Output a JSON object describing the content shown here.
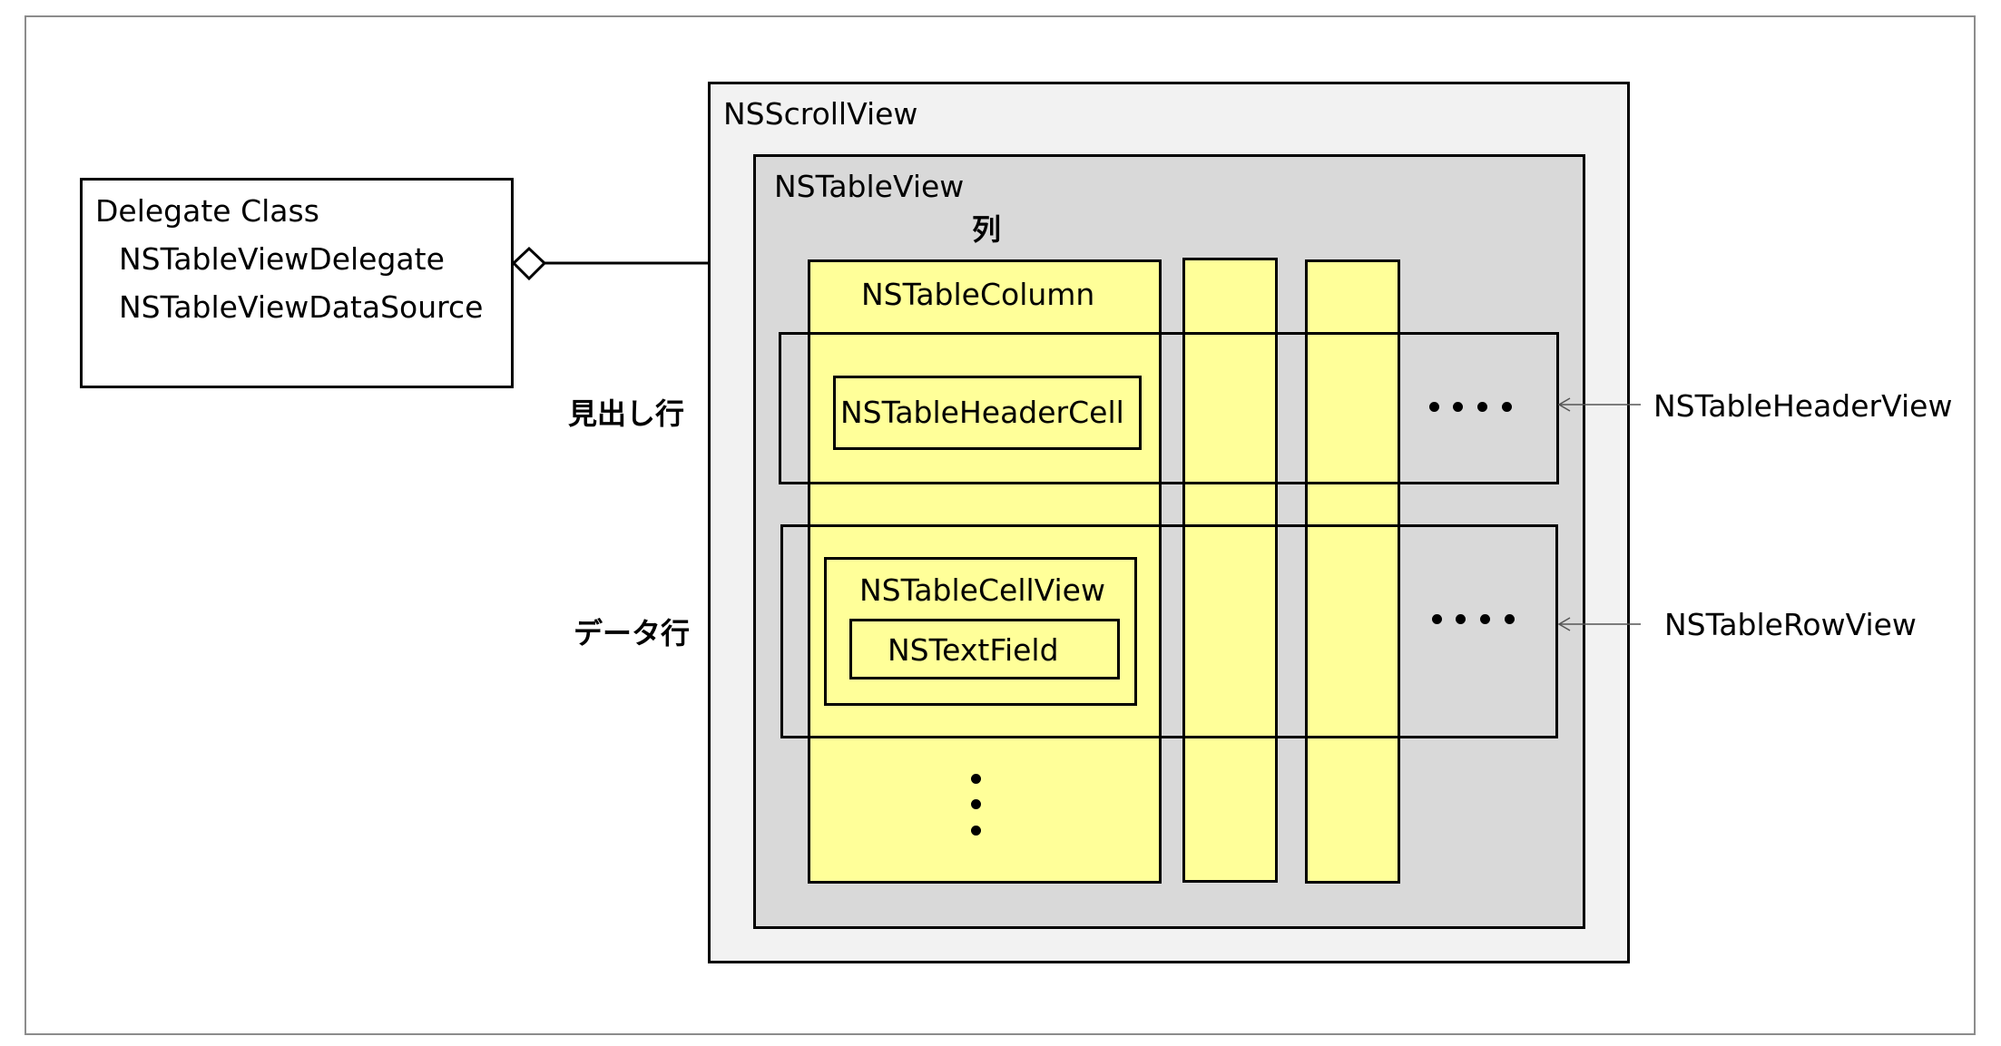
{
  "delegate": {
    "title": "Delegate Class",
    "protocols": [
      "NSTableViewDelegate",
      "NSTableViewDataSource"
    ]
  },
  "scroll_view": {
    "label": "NSScrollView"
  },
  "table_view": {
    "label": "NSTableView"
  },
  "column": {
    "caption": "列",
    "label": "NSTableColumn"
  },
  "header": {
    "row_caption": "見出し行",
    "cell_label": "NSTableHeaderCell",
    "view_label": "NSTableHeaderView"
  },
  "data_row": {
    "row_caption": "データ行",
    "cell_view_label": "NSTableCellView",
    "text_field_label": "NSTextField",
    "view_label": "NSTableRowView"
  },
  "colors": {
    "column_fill": "#ffff99",
    "scroll_fill": "#f2f2f2",
    "table_fill": "#d9d9d9",
    "frame_border": "#8c8c8c"
  }
}
